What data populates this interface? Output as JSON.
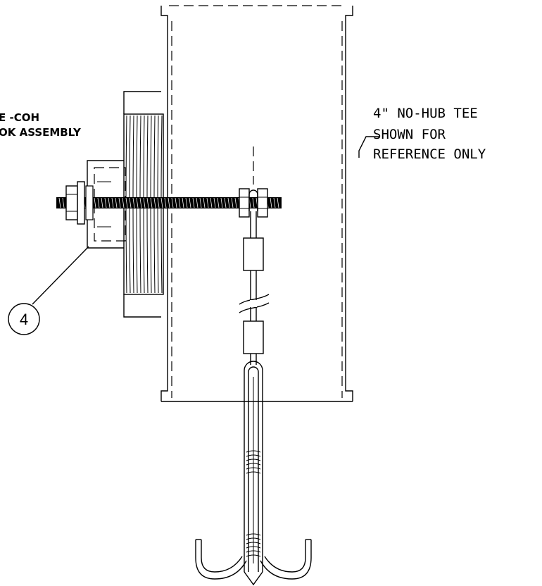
{
  "labels": {
    "assembly_line1": "E -COH",
    "assembly_line2": "OK ASSEMBLY",
    "tee_line1": "4\" NO-HUB TEE",
    "tee_line2": "SHOWN FOR",
    "tee_line3": "REFERENCE ONLY"
  },
  "callout": {
    "number": "4"
  }
}
